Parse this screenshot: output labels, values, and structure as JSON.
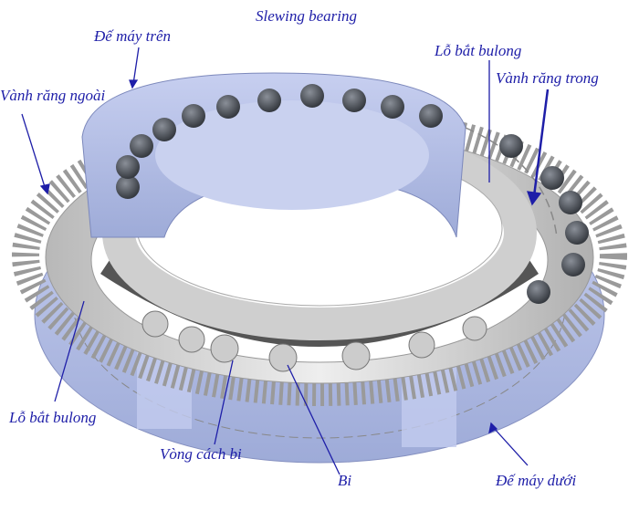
{
  "title": "Slewing bearing",
  "labels": {
    "upper_base": "Đế máy trên",
    "outer_gear_ring": "Vành răng ngoài",
    "bolt_hole_top": "Lỗ bắt bulong",
    "inner_gear_ring": "Vành răng trong",
    "bolt_hole_bottom": "Lỗ bắt bulong",
    "ball_cage": "Vòng cách bi",
    "ball": "Bi",
    "lower_base": "Đế máy dưới"
  },
  "colors": {
    "label": "#1e1ea8",
    "base_blue": "#b4bfe3",
    "ring_gray": "#d4d4d4"
  }
}
